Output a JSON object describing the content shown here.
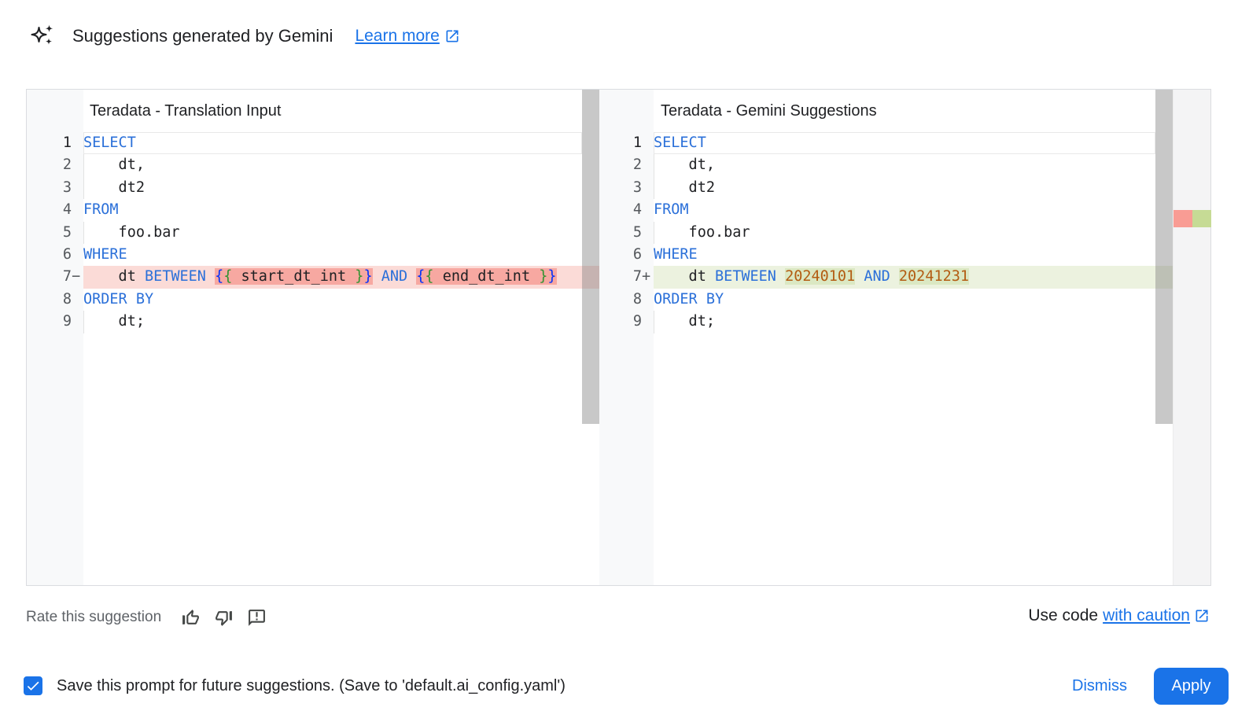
{
  "header": {
    "title": "Suggestions generated by Gemini",
    "learn_more_label": "Learn more"
  },
  "diff_panels": {
    "left": {
      "title": "Teradata - Translation Input",
      "lines": [
        {
          "n": "1",
          "sign": "",
          "type": "current",
          "tokens": [
            {
              "t": "SELECT",
              "c": "kw"
            }
          ]
        },
        {
          "n": "2",
          "sign": "",
          "ind": true,
          "tokens": [
            {
              "t": "    dt,",
              "c": "pl"
            }
          ]
        },
        {
          "n": "3",
          "sign": "",
          "ind": true,
          "tokens": [
            {
              "t": "    dt2",
              "c": "pl"
            }
          ]
        },
        {
          "n": "4",
          "sign": "",
          "tokens": [
            {
              "t": "FROM",
              "c": "kw"
            }
          ]
        },
        {
          "n": "5",
          "sign": "",
          "ind": true,
          "tokens": [
            {
              "t": "    foo.bar",
              "c": "pl"
            }
          ]
        },
        {
          "n": "6",
          "sign": "",
          "tokens": [
            {
              "t": "WHERE",
              "c": "kw"
            }
          ]
        },
        {
          "n": "7",
          "sign": "−",
          "type": "del",
          "tokens": [
            {
              "t": "    dt ",
              "c": "pl"
            },
            {
              "t": "BETWEEN",
              "c": "kw"
            },
            {
              "t": " ",
              "c": "pl"
            },
            {
              "t": "{",
              "c": "bo",
              "hl": true
            },
            {
              "t": "{",
              "c": "bi",
              "hl": true
            },
            {
              "t": " start_dt_int ",
              "c": "pl",
              "hl": true
            },
            {
              "t": "}",
              "c": "bi",
              "hl": true
            },
            {
              "t": "}",
              "c": "bo",
              "hl": true
            },
            {
              "t": " ",
              "c": "pl"
            },
            {
              "t": "AND",
              "c": "kw"
            },
            {
              "t": " ",
              "c": "pl"
            },
            {
              "t": "{",
              "c": "bo",
              "hl": true
            },
            {
              "t": "{",
              "c": "bi",
              "hl": true
            },
            {
              "t": " end_dt_int ",
              "c": "pl",
              "hl": true
            },
            {
              "t": "}",
              "c": "bi",
              "hl": true
            },
            {
              "t": "}",
              "c": "bo",
              "hl": true
            }
          ]
        },
        {
          "n": "8",
          "sign": "",
          "tokens": [
            {
              "t": "ORDER BY",
              "c": "kw"
            }
          ]
        },
        {
          "n": "9",
          "sign": "",
          "ind": true,
          "tokens": [
            {
              "t": "    dt;",
              "c": "pl"
            }
          ]
        }
      ]
    },
    "right": {
      "title": "Teradata - Gemini Suggestions",
      "lines": [
        {
          "n": "1",
          "sign": "",
          "type": "current",
          "tokens": [
            {
              "t": "SELECT",
              "c": "kw"
            }
          ]
        },
        {
          "n": "2",
          "sign": "",
          "ind": true,
          "tokens": [
            {
              "t": "    dt,",
              "c": "pl"
            }
          ]
        },
        {
          "n": "3",
          "sign": "",
          "ind": true,
          "tokens": [
            {
              "t": "    dt2",
              "c": "pl"
            }
          ]
        },
        {
          "n": "4",
          "sign": "",
          "tokens": [
            {
              "t": "FROM",
              "c": "kw"
            }
          ]
        },
        {
          "n": "5",
          "sign": "",
          "ind": true,
          "tokens": [
            {
              "t": "    foo.bar",
              "c": "pl"
            }
          ]
        },
        {
          "n": "6",
          "sign": "",
          "tokens": [
            {
              "t": "WHERE",
              "c": "kw"
            }
          ]
        },
        {
          "n": "7",
          "sign": "+",
          "type": "ins",
          "tokens": [
            {
              "t": "    dt ",
              "c": "pl"
            },
            {
              "t": "BETWEEN",
              "c": "kw"
            },
            {
              "t": " ",
              "c": "pl"
            },
            {
              "t": "20240101",
              "c": "num",
              "hl": true
            },
            {
              "t": " ",
              "c": "pl"
            },
            {
              "t": "AND",
              "c": "kw"
            },
            {
              "t": " ",
              "c": "pl"
            },
            {
              "t": "20241231",
              "c": "num",
              "hl": true
            }
          ]
        },
        {
          "n": "8",
          "sign": "",
          "tokens": [
            {
              "t": "ORDER BY",
              "c": "kw"
            }
          ]
        },
        {
          "n": "9",
          "sign": "",
          "ind": true,
          "tokens": [
            {
              "t": "    dt;",
              "c": "pl"
            }
          ]
        }
      ]
    }
  },
  "footer": {
    "rate_label": "Rate this suggestion",
    "use_code_prefix": "Use code",
    "use_code_link_label": "with caution"
  },
  "action_bar": {
    "checkbox_checked": true,
    "save_label": "Save this prompt for future suggestions. (Save to 'default.ai_config.yaml')",
    "dismiss_label": "Dismiss",
    "apply_label": "Apply"
  },
  "colors": {
    "accent": "#1a73e8",
    "border": "#dadce0",
    "gutter_bg": "#f8f9fa",
    "keyword": "#2b70d9",
    "number": "#b35c12",
    "bracket_outer": "#0431fa",
    "bracket_inner": "#319331",
    "deleted_line_bg": "#fbdbd7",
    "deleted_inline_bg": "#f7a8a1",
    "inserted_line_bg": "#ecf2df",
    "inserted_inline_bg": "#dbe8c3",
    "ruler_deleted": "#f99c94",
    "ruler_inserted": "#c6db95"
  }
}
